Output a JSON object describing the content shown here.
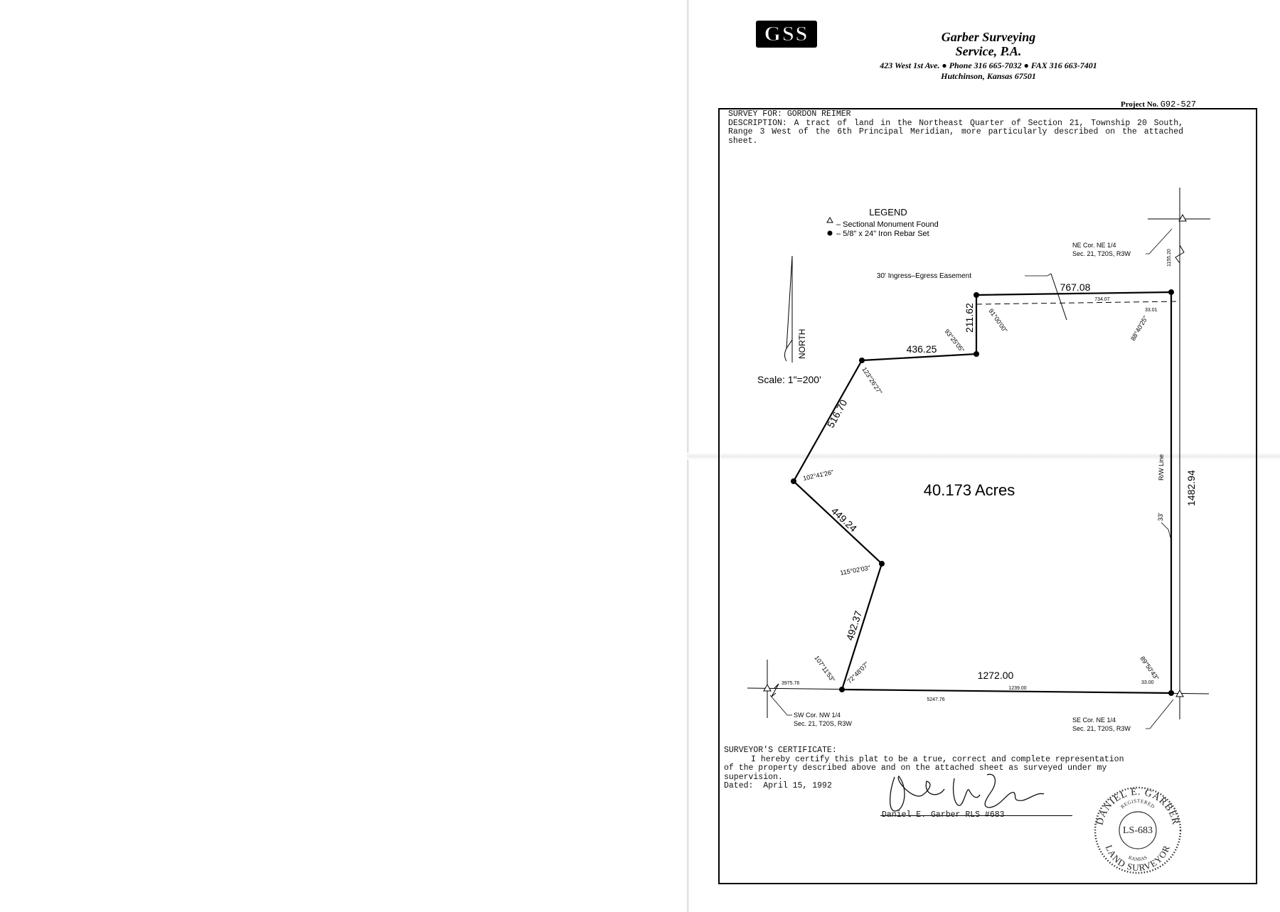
{
  "header": {
    "logo": "GSS",
    "company_line1": "Garber Surveying",
    "company_line2": "Service, P.A.",
    "address_line1": "423 West 1st Ave. ● Phone 316 665-7032 ● FAX 316 663-7401",
    "address_line2": "Hutchinson, Kansas 67501"
  },
  "project": {
    "label": "Project No.",
    "value": "G92-527"
  },
  "survey": {
    "for_label": "SURVEY FOR:",
    "for_value": "GORDON REIMER",
    "description_label": "DESCRIPTION:",
    "description_text": "A tract of land in the Northeast Quarter of Section 21, Township 20 South, Range 3 West of the 6th Principal Meridian, more particularly described on the attached sheet."
  },
  "legend": {
    "title": "LEGEND",
    "items": [
      {
        "symbol": "triangle-icon",
        "label": "– Sectional Monument Found"
      },
      {
        "symbol": "dot-icon",
        "label": "– 5/8\" x 24\" Iron Rebar Set"
      }
    ]
  },
  "plat": {
    "north_label": "NORTH",
    "scale": "Scale:  1\"=200'",
    "area": "40.173 Acres",
    "easement": "30' Ingress–Egress Easement",
    "row_label": "R/W Line",
    "row_width": "33'",
    "distances": {
      "north_line": "767.08",
      "north_inner": "734.07",
      "north_offset": "33.01",
      "east_line": "1482.94",
      "ne_tie": "1155.20",
      "step_vertical": "211.62",
      "step_horizontal": "436.25",
      "nw_leg": "516.70",
      "w_leg": "449.24",
      "sw_leg": "492.37",
      "south_line": "1272.00",
      "south_inner": "1239.00",
      "south_offset": "33.00",
      "sw_tie": "3975.76",
      "section_width": "5247.76"
    },
    "angles": {
      "a1": "91°00'00\"",
      "a2": "93°25'05\"",
      "a3": "123°26'27\"",
      "a4": "102°41'26\"",
      "a5": "115°02'03\"",
      "a6": "107°11'53\"",
      "a7": "72°48'07\"",
      "a8": "89°50'43\"",
      "a9": "88°40'25\""
    },
    "corners": {
      "ne_line1": "NE Cor. NE 1/4",
      "ne_line2": "Sec. 21, T20S, R3W",
      "sw_line1": "SW Cor. NW 1/4",
      "sw_line2": "Sec. 21, T20S, R3W",
      "se_line1": "SE Cor. NE 1/4",
      "se_line2": "Sec. 21, T20S, R3W"
    }
  },
  "certificate": {
    "title": "SURVEYOR'S CERTIFICATE:",
    "line1": "I hereby certify this plat to be a true, correct and complete representation",
    "line2": "of the property described above and on the attached sheet as surveyed under my",
    "line3": "supervision.",
    "dated_label": "Dated:",
    "dated_value": "April 15, 1992",
    "signer": "Daniel E. Garber  RLS #683"
  },
  "seal": {
    "top_text": "DANIEL E. GARBER",
    "registered": "REGISTERED",
    "license": "LS-683",
    "state": "KANSAS",
    "bottom_text": "LAND SURVEYOR"
  }
}
